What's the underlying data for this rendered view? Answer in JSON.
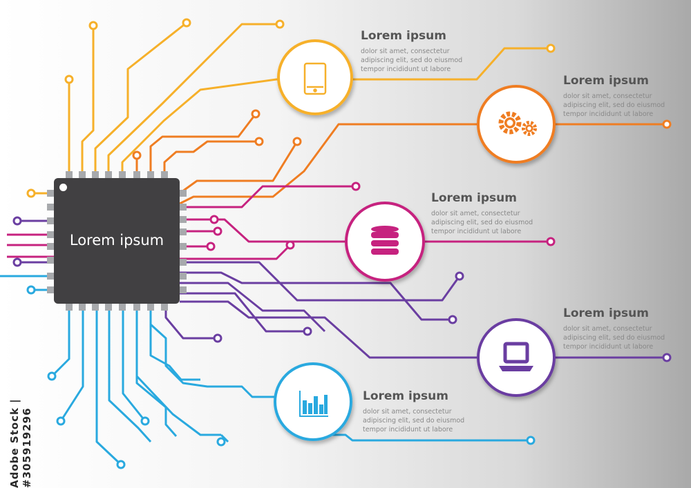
{
  "chip": {
    "label": "Lorem ipsum"
  },
  "items": [
    {
      "title": "Lorem ipsum",
      "lines": [
        "dolor sit amet, consectetur",
        "adipiscing elit, sed do eiusmod",
        "tempor incididunt ut labore"
      ],
      "icon": "tablet-icon",
      "color": "#f6b02a"
    },
    {
      "title": "Lorem ipsum",
      "lines": [
        "dolor sit amet, consectetur",
        "adipiscing elit, sed do eiusmod",
        "tempor incididunt ut labore"
      ],
      "icon": "gears-icon",
      "color": "#ef7d22"
    },
    {
      "title": "Lorem ipsum",
      "lines": [
        "dolor sit amet, consectetur",
        "adipiscing elit, sed do eiusmod",
        "tempor incididunt ut labore"
      ],
      "icon": "database-icon",
      "color": "#c6227f"
    },
    {
      "title": "Lorem ipsum",
      "lines": [
        "dolor sit amet, consectetur",
        "adipiscing elit, sed do eiusmod",
        "tempor incididunt ut labore"
      ],
      "icon": "laptop-icon",
      "color": "#6a3ea1"
    },
    {
      "title": "Lorem ipsum",
      "lines": [
        "dolor sit amet, consectetur",
        "adipiscing elit, sed do eiusmod",
        "tempor incididunt ut labore"
      ],
      "icon": "bar-chart-icon",
      "color": "#29a9df"
    }
  ],
  "watermark": {
    "text": "Adobe Stock | #305919296"
  },
  "colors": {
    "chip": "#414042",
    "pin": "#a7a9ac",
    "yellow": "#f6b02a",
    "orange": "#ef7d22",
    "magenta": "#c6227f",
    "purple": "#6a3ea1",
    "blue": "#29a9df"
  }
}
